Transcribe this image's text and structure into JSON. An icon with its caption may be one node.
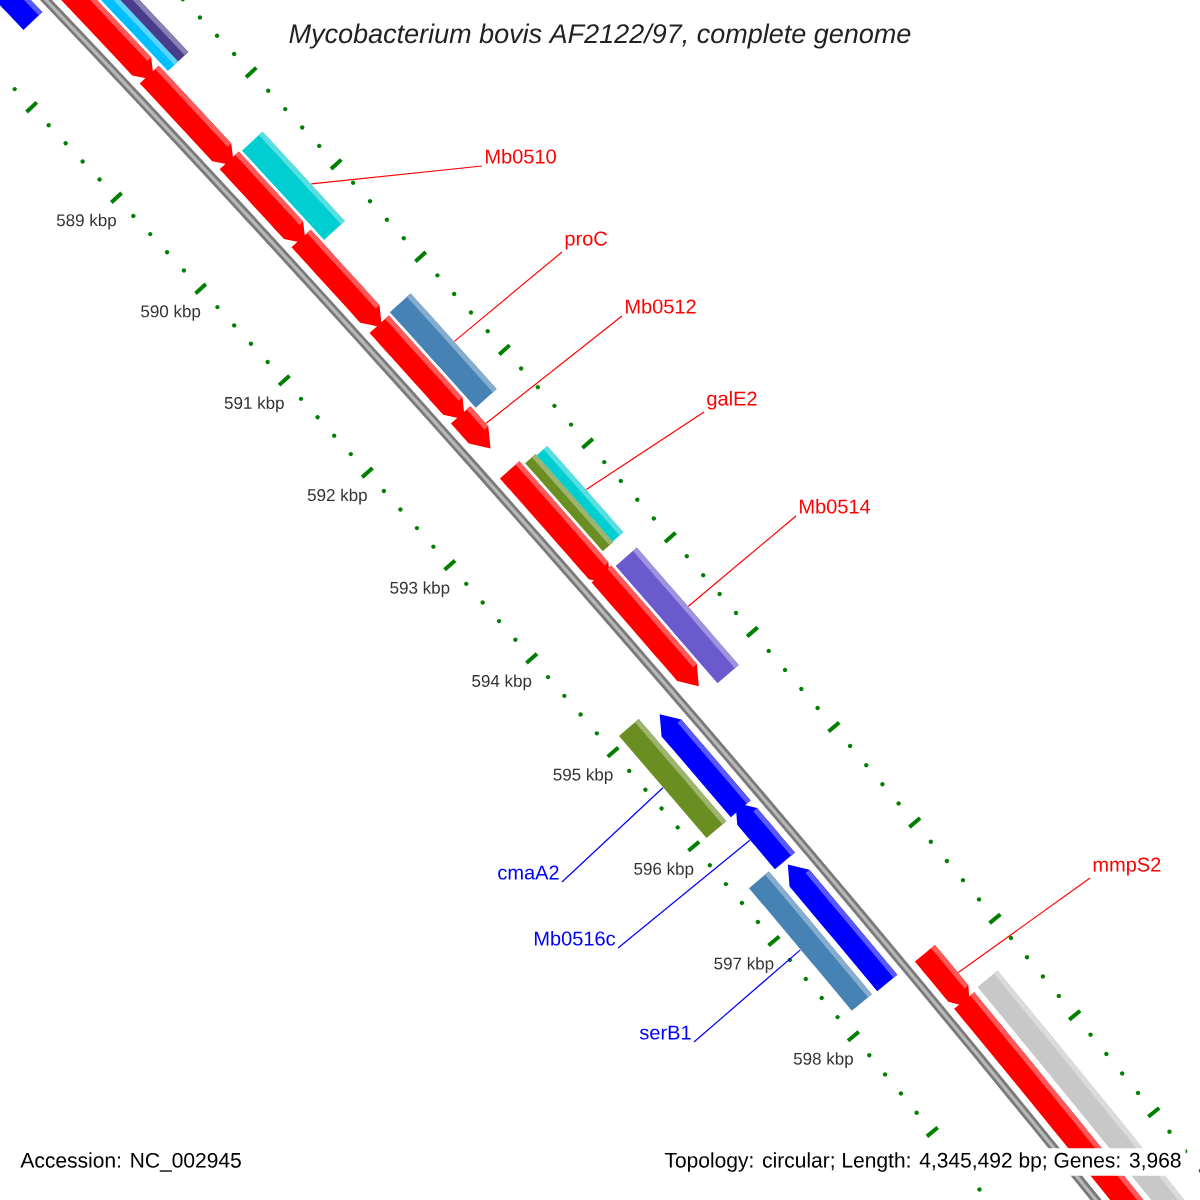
{
  "diagram": {
    "title": "Mycobacterium bovis AF2122/97, complete genome",
    "nodes": [
      {
        "text": [
          "Mb0510"
        ]
      },
      {
        "text": [
          "proC"
        ]
      },
      {
        "text": [
          "Mb0512"
        ]
      },
      {
        "text": [
          "galE2"
        ]
      },
      {
        "text": [
          "Mb0514"
        ]
      },
      {
        "text": [
          "cmaA2"
        ]
      },
      {
        "text": [
          "Mb0516c"
        ]
      },
      {
        "text": [
          "serB1"
        ]
      },
      {
        "text": [
          "mmpS2"
        ]
      },
      {
        "text": [],
        "shape": "bar"
      },
      {
        "text": [],
        "shape": "bar"
      },
      {
        "text": [],
        "shape": "bar"
      },
      {
        "text": [],
        "shape": "bar"
      },
      {
        "text": [],
        "shape": "bar"
      },
      {
        "text": [],
        "shape": "bar"
      },
      {
        "text": [],
        "shape": "bar"
      },
      {
        "text": [],
        "shape": "bar"
      },
      {
        "text": [],
        "shape": "bar"
      }
    ],
    "edges": [
      {
        "from": 0,
        "to": 9,
        "arrow": "none"
      },
      {
        "from": 1,
        "to": 10,
        "arrow": "none"
      },
      {
        "from": 2,
        "to": 11,
        "arrow": "none"
      },
      {
        "from": 3,
        "to": 12,
        "arrow": "none"
      },
      {
        "from": 4,
        "to": 13,
        "arrow": "none"
      },
      {
        "from": 5,
        "to": 14,
        "arrow": "none",
        "color": "#0000ff"
      },
      {
        "from": 6,
        "to": 15,
        "arrow": "none",
        "color": "#0000ff"
      },
      {
        "from": 7,
        "to": 16,
        "arrow": "none",
        "color": "#0000ff"
      },
      {
        "from": 8,
        "to": 17,
        "arrow": "none"
      }
    ],
    "labels": [
      "589 kbp",
      "590 kbp",
      "591 kbp",
      "592 kbp",
      "593 kbp",
      "594 kbp",
      "595 kbp",
      "596 kbp",
      "597 kbp",
      "598 kbp",
      "Accession: NC_002945",
      "Topology: circular; Length: 4,345,492 bp; Genes: 3,968"
    ]
  }
}
